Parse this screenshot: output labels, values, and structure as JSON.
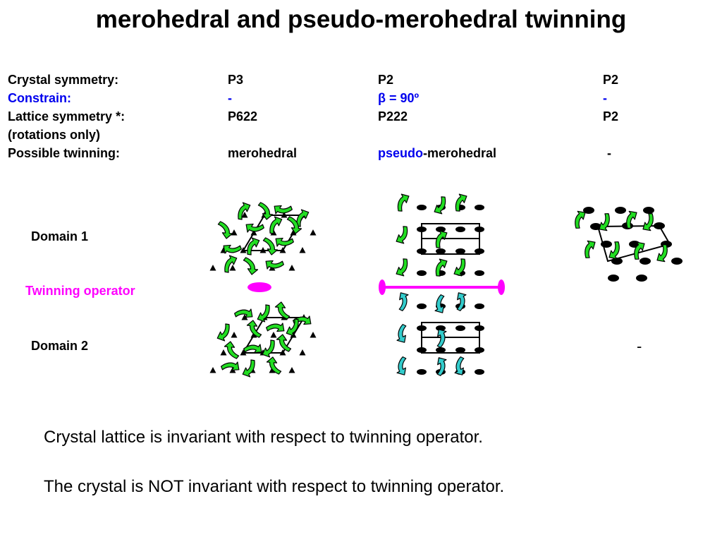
{
  "title": "merohedral and pseudo-merohedral twinning",
  "table": {
    "rows": [
      {
        "label": "Crystal symmetry:",
        "c1": "P3",
        "c2": "P2",
        "c3": "P2"
      },
      {
        "label": "Constrain:",
        "c1": "-",
        "c2": "β = 90º",
        "c3": "-"
      },
      {
        "label": "Lattice symmetry *:",
        "c1": "P622",
        "c2": "P222",
        "c3": "P2"
      },
      {
        "label": "(rotations only)",
        "c1": "",
        "c2": "",
        "c3": ""
      },
      {
        "label": "Possible twinning:",
        "c1": "merohedral",
        "c2_blue": "pseudo",
        "c2_rest": "-merohedral",
        "c3": "-"
      }
    ]
  },
  "diagram": {
    "domain1_label": "Domain 1",
    "twinning_operator_label": "Twinning operator",
    "domain2_label": "Domain 2",
    "col3_domain2": "-",
    "colors": {
      "green": "#22dd22",
      "cyan": "#33cccc",
      "magenta": "#ff00ff",
      "blue": "#0000ee"
    }
  },
  "statements": {
    "line1": "Crystal lattice is invariant with respect to twinning operator.",
    "line2": "The crystal is NOT invariant with respect to twinning operator."
  }
}
